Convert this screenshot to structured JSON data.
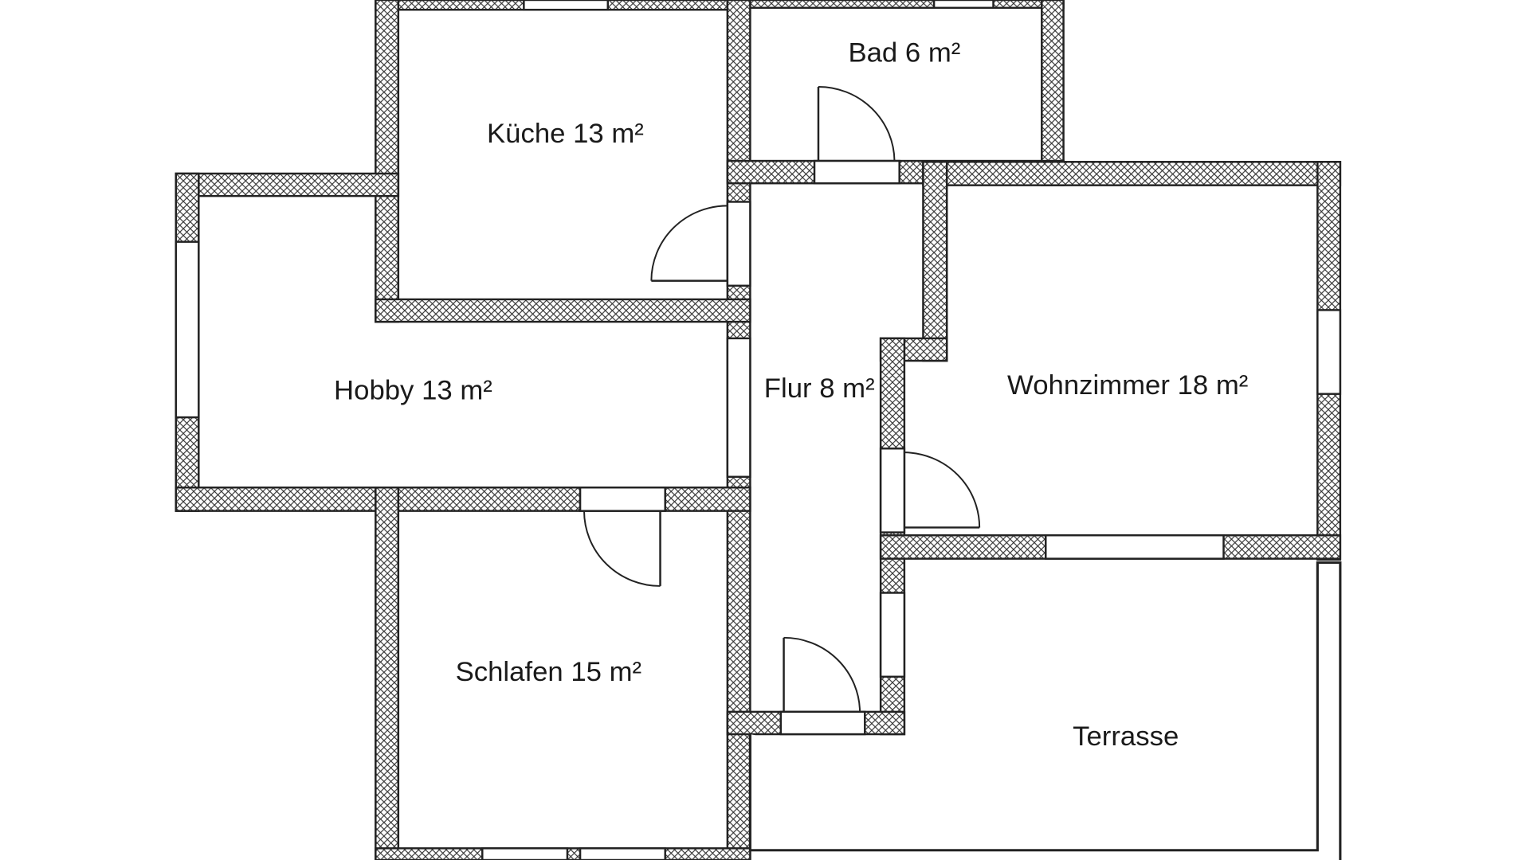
{
  "rooms": {
    "kueche": "Küche 13 m²",
    "bad": "Bad 6 m²",
    "hobby": "Hobby 13 m²",
    "flur": "Flur 8 m²",
    "wohnzimmer": "Wohnzimmer 18 m²",
    "schlafen": "Schlafen 15 m²",
    "terrasse": "Terrasse"
  }
}
